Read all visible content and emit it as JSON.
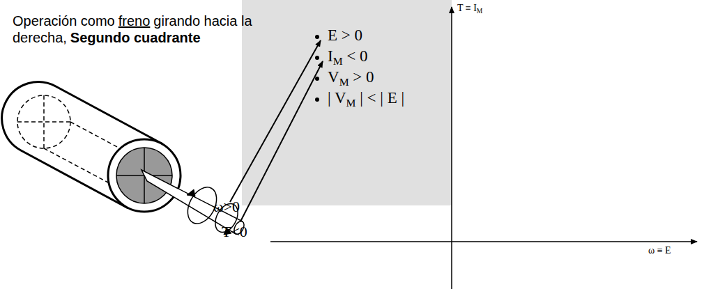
{
  "diagram": {
    "labels": [
      "Operación como",
      "freno",
      "girando hacia la derecha,",
      "Segundo cuadrante",
      "E > 0",
      "I",
      "M",
      "< 0",
      "V",
      "M",
      "> 0",
      "| V",
      "M",
      "| < | E |",
      "T ≡ I",
      "M",
      "ω ≡ E",
      "ω>0",
      "T<0"
    ]
  }
}
